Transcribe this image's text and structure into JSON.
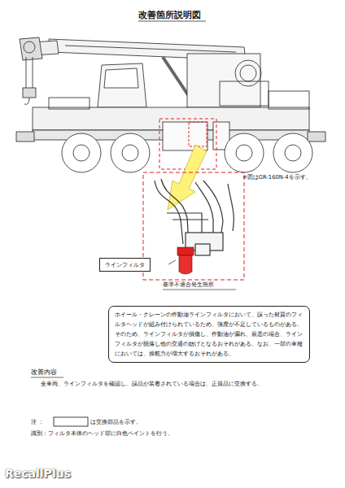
{
  "diagram": {
    "title": "改善箇所説明図",
    "nodes": [
      {
        "text": [
          "ラインフィルタ"
        ]
      },
      {
        "text": [
          "ホイール・クレーンの作動油ラインフィルタにおいて、誤った材質のフィルタヘッドが組み付けられているため、強度が不足しているものがある。そのため、ラインフィルタが損傷し、作動油が漏れ、最悪の場合、ラインフィルタが脱落し他の交通の妨げとなるおそれがある。なお、一部の車種においては、操舵力が増大するおそれがある。"
        ]
      }
    ],
    "edges": [],
    "labels": [
      "※図はGR-160N-4を示す。",
      "基準不適合発生箇所",
      "改善内容",
      "全車両、ラインフィルタを確認し、誤品が装着されている場合は、正規品に交換する。",
      "注 ：",
      "は交換部品を示す。",
      "識別：フィルタ本体のヘッド部に白色ペイントを行う。",
      "RecallPlus"
    ]
  }
}
